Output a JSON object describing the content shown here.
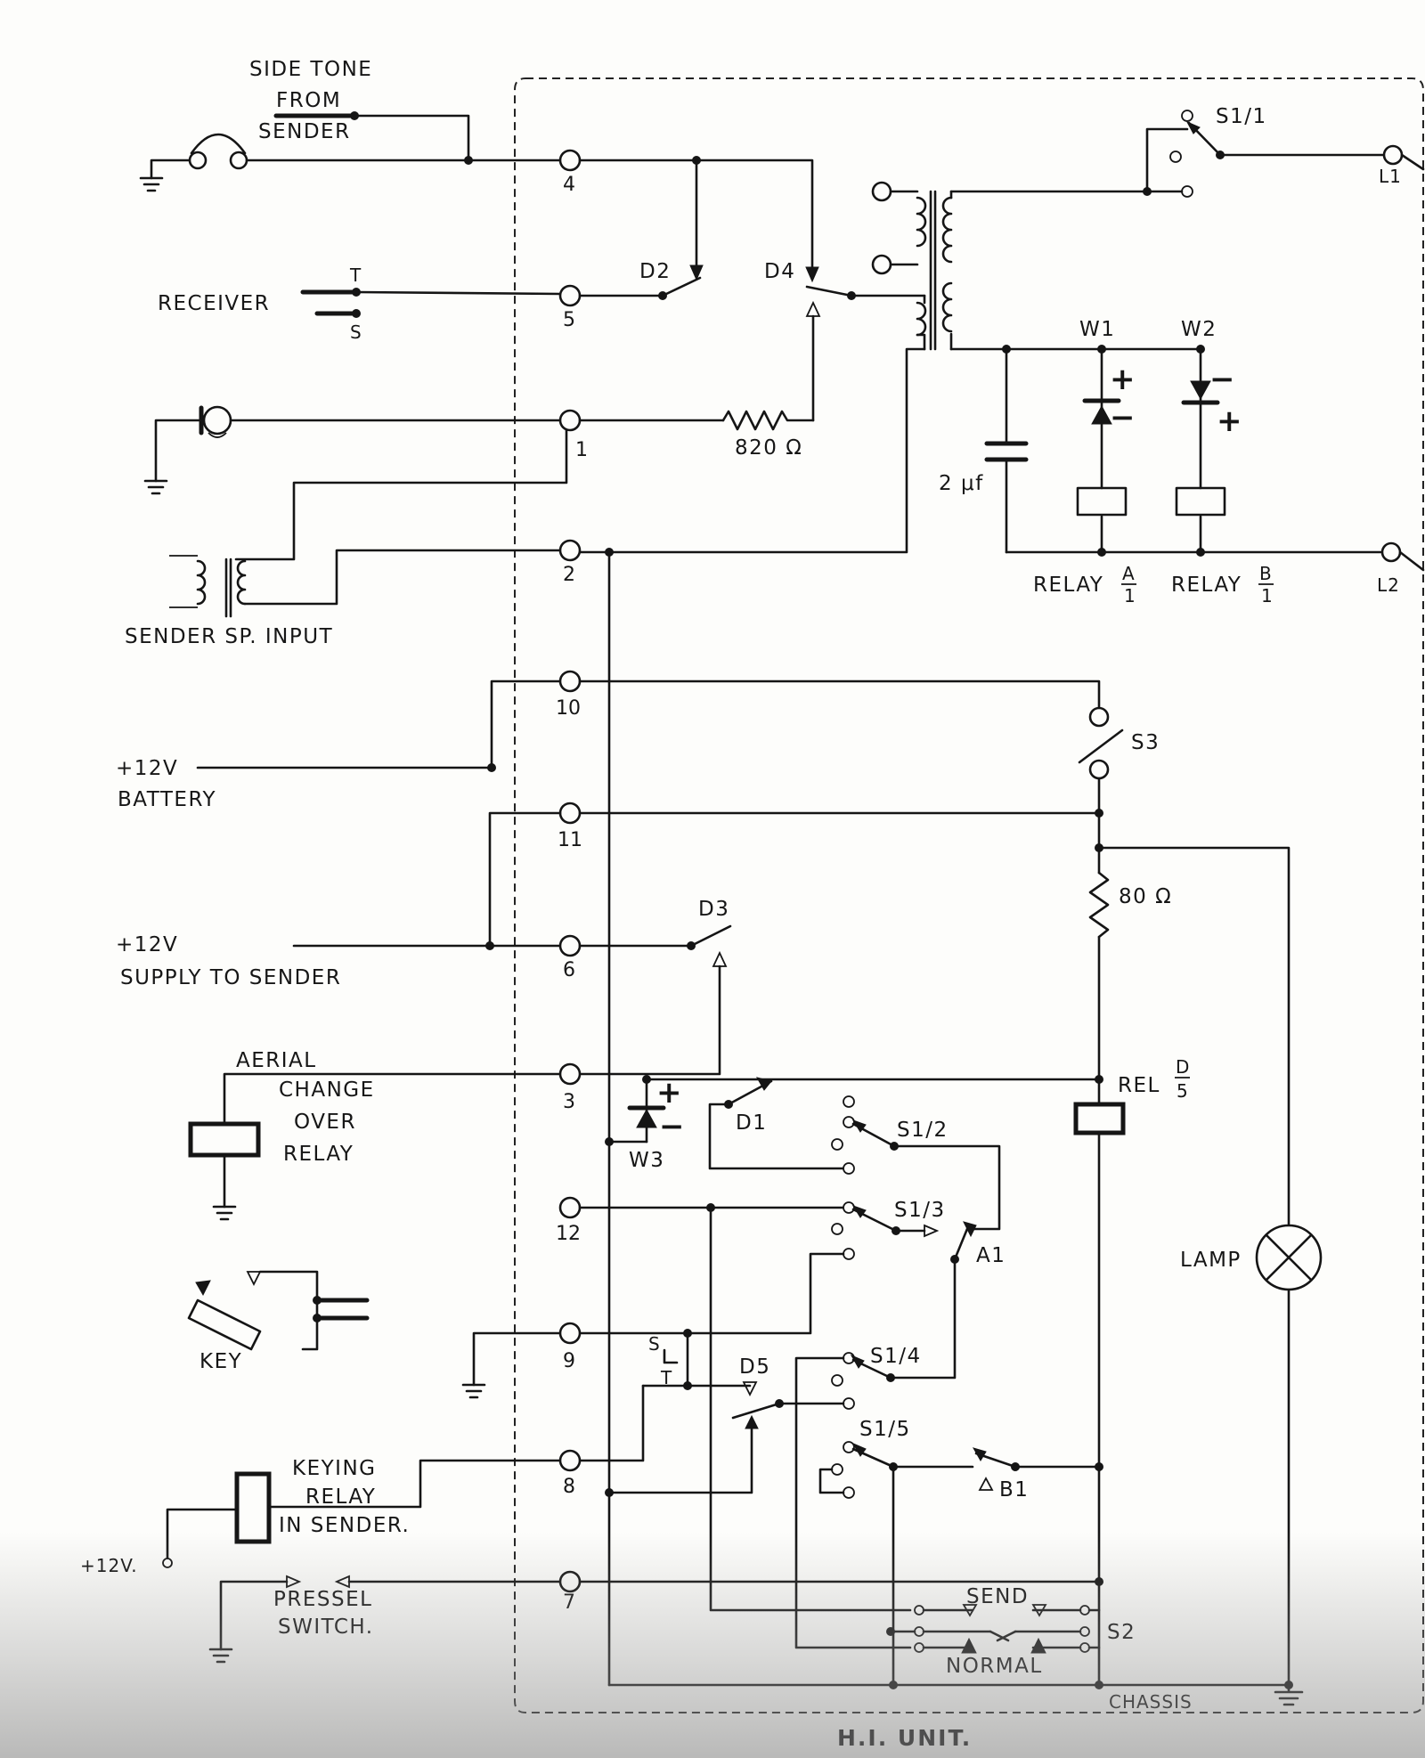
{
  "diagram": {
    "unit_title": "H.I. UNIT.",
    "labels": {
      "side_tone_1": "SIDE TONE",
      "side_tone_2": "FROM",
      "side_tone_3": "SENDER",
      "receiver": "RECEIVER",
      "receiver_t": "T",
      "receiver_s": "S",
      "sender_sp_input": "SENDER SP. INPUT",
      "battery_1": "+12V",
      "battery_2": "BATTERY",
      "supply_1": "+12V",
      "supply_2": "SUPPLY TO SENDER",
      "aerial_1": "AERIAL",
      "aerial_2": "CHANGE",
      "aerial_3": "OVER",
      "aerial_4": "RELAY",
      "key": "KEY",
      "keying_1": "KEYING",
      "keying_2": "RELAY",
      "keying_3": "IN SENDER.",
      "plus12v_small": "+12V.",
      "pressel_1": "PRESSEL",
      "pressel_2": "SWITCH.",
      "s_small": "S",
      "t_small": "T"
    },
    "terminals": {
      "t4": "4",
      "t5": "5",
      "t1": "1",
      "t2": "2",
      "t10": "10",
      "t11": "11",
      "t6": "6",
      "t3": "3",
      "t12": "12",
      "t9": "9",
      "t8": "8",
      "t7": "7"
    },
    "components": {
      "d2": "D2",
      "d4": "D4",
      "d3": "D3",
      "d1": "D1",
      "d5": "D5",
      "r820": "820 Ω",
      "c2uf": "2 μf",
      "w1": "W1",
      "w2": "W2",
      "w3": "W3",
      "relay_a": "RELAY",
      "relay_a_num": "A",
      "relay_a_den": "1",
      "relay_b": "RELAY",
      "relay_b_num": "B",
      "relay_b_den": "1",
      "l1": "L1",
      "l2": "L2",
      "s3": "S3",
      "r80": "80 Ω",
      "rel_d": "REL",
      "rel_d_num": "D",
      "rel_d_den": "5",
      "s1_1": "S1/1",
      "s1_2": "S1/2",
      "s1_3": "S1/3",
      "s1_4": "S1/4",
      "s1_5": "S1/5",
      "a1": "A1",
      "b1": "B1",
      "lamp": "LAMP",
      "send": "SEND",
      "normal": "NORMAL",
      "s2": "S2",
      "chassis": "CHASSIS"
    },
    "signs": {
      "plus": "+",
      "minus": "−"
    }
  }
}
